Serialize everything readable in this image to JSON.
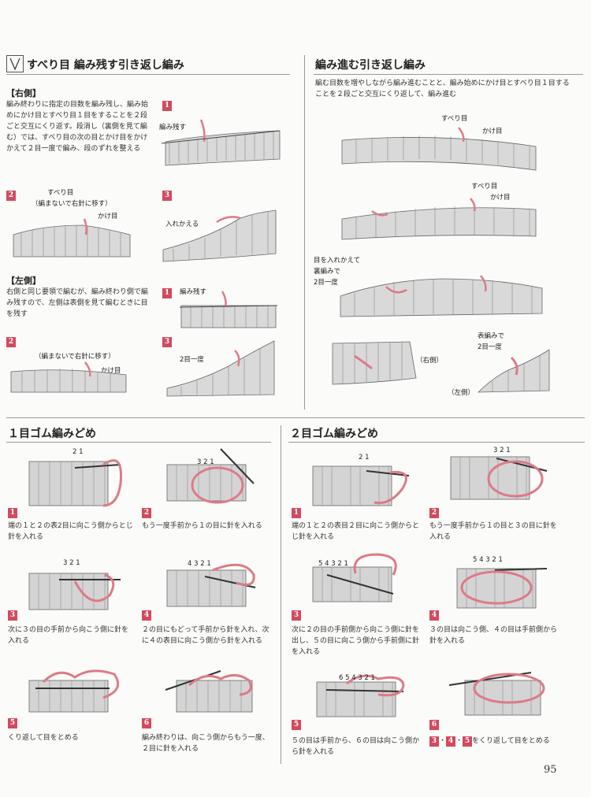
{
  "sections": {
    "top_left": {
      "title": "すべり目 編み残す引き返し編み",
      "right_side": {
        "heading": "【右側】",
        "text": "編み終わりに指定の目数を編み残し、編み始めにかけ目とすべり目１目をすることを２段ごと交互にくり返す。段消し（裏側を見て編む）では、すべり目の次の目とかけ目をかけかえて２目一度で編み、段のずれを整える",
        "steps": [
          {
            "num": "1",
            "labels": [
              "編み残す"
            ]
          },
          {
            "num": "2",
            "labels": [
              "すべり目",
              "（編まないで右針に移す）",
              "かけ目"
            ]
          },
          {
            "num": "3",
            "labels": [
              "入れかえる"
            ]
          }
        ]
      },
      "left_side": {
        "heading": "【左側】",
        "text": "右側と同じ要領で編むが、編み終わり側で編み残すので、左側は表側を見て編むときに目を残す",
        "steps": [
          {
            "num": "1",
            "labels": [
              "編み残す"
            ]
          },
          {
            "num": "2",
            "labels": [
              "（編まないで右針に移す）",
              "かけ目"
            ]
          },
          {
            "num": "3",
            "labels": [
              "2目一度"
            ]
          }
        ]
      }
    },
    "top_right": {
      "title": "編み進む引き返し編み",
      "text": "編む目数を増やしながら編み進むことと、編み始めにかけ目とすべり目１目することを２段ごと交互にくり返して、編み進む",
      "labels": {
        "slip1": "すべり目",
        "yo1": "かけ目",
        "slip2": "すべり目",
        "yo2": "かけ目",
        "swap": "目を入れかえて",
        "purl2tog": "裏編みで",
        "k2tog_a": "2目一度",
        "right": "（右側）",
        "knit": "表編みで",
        "k2tog_b": "2目一度",
        "left": "（左側）"
      }
    },
    "bottom_left": {
      "title": "１目ゴム編みどめ",
      "steps": [
        {
          "num": "1",
          "caption": "端の１と２の表2目に向こう側からとじ針を入れる",
          "nums": "2 1"
        },
        {
          "num": "2",
          "caption": "もう一度手前から１の目に針を入れる",
          "nums": "3 2 1"
        },
        {
          "num": "3",
          "caption": "次に３の目の手前から向こう側に針を入れる",
          "nums": "3 2 1"
        },
        {
          "num": "4",
          "caption": "２の目にもどって手前から針を入れ、次に４の表目に向こう側から針を入れる",
          "nums": "4 3 2 1"
        },
        {
          "num": "5",
          "caption": "くり返して目をとめる",
          "nums": ""
        },
        {
          "num": "6",
          "caption": "編み終わりは、向こう側からもう一度、２目に針を入れる",
          "nums": ""
        }
      ]
    },
    "bottom_right": {
      "title": "２目ゴム編みどめ",
      "steps": [
        {
          "num": "1",
          "caption": "端の１と２の表目２目に向こう側からとじ針を入れる",
          "nums": "2 1"
        },
        {
          "num": "2",
          "caption": "もう一度手前から１の目と３の目に針を入れる",
          "nums": "3 2 1"
        },
        {
          "num": "3",
          "caption": "次に２の目の手前側から向こう側に針を出し、５の目に向こう側から手前側に針を入れる",
          "nums": "5 4 3 2 1"
        },
        {
          "num": "4",
          "caption": "３の目は向こう側、４の目は手前側から針を入れる",
          "nums": "5 4 3 2 1"
        },
        {
          "num": "5",
          "caption": "５の目は手前から、６の目は向こう側から針を入れる",
          "nums": "6 5 4 3 2 1"
        },
        {
          "num": "6",
          "caption": "をくり返して目をとめる",
          "badges": [
            "3",
            "4",
            "5"
          ],
          "dots": [
            "・",
            "・"
          ],
          "nums": ""
        }
      ]
    }
  },
  "page_number": "95",
  "colors": {
    "accent": "#d24a5e",
    "yarn": "#dd7a88",
    "knit": "#cfcfcf",
    "line": "#555555"
  }
}
